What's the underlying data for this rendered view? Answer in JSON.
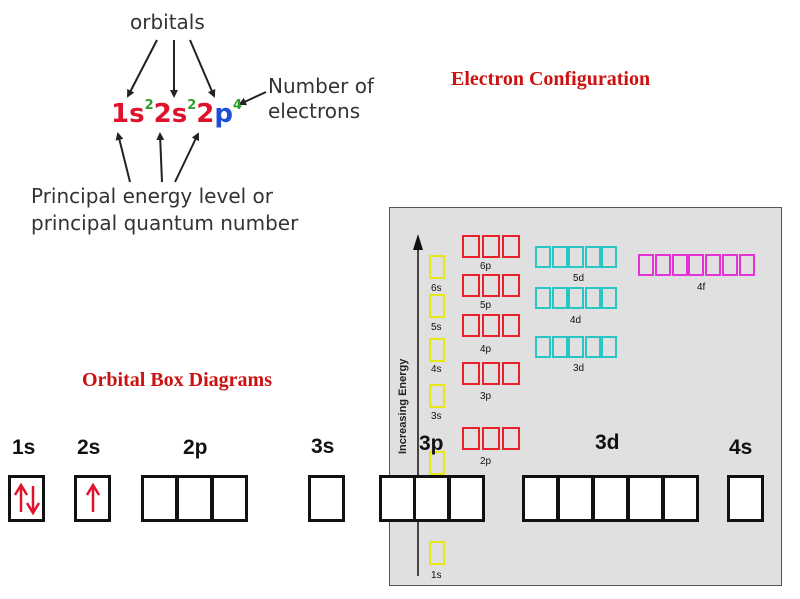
{
  "annotation": {
    "orbitals_label": "orbitals",
    "electrons_label_line1": "Number of",
    "electrons_label_line2": "electrons",
    "principal_line1": "Principal energy level or",
    "principal_line2": "principal quantum number",
    "formula": [
      {
        "level": "1",
        "orbital": "s",
        "count": "2",
        "color": "#e0112b"
      },
      {
        "level": "2",
        "orbital": "s",
        "count": "2",
        "color": "#e0112b"
      },
      {
        "level": "2",
        "orbital": "p",
        "count": "4",
        "color": "#1a4fd6"
      }
    ],
    "number_color": "#e0112b",
    "superscript_color": "#2e9e2e"
  },
  "titles": {
    "electron_configuration": "Electron Configuration",
    "orbital_box_diagrams": "Orbital Box Diagrams"
  },
  "orbital_boxes": [
    {
      "label": "1s",
      "boxes": [
        "up-down"
      ]
    },
    {
      "label": "2s",
      "boxes": [
        "up"
      ]
    },
    {
      "label": "2p",
      "boxes": [
        "empty",
        "empty",
        "empty"
      ]
    },
    {
      "label": "3s",
      "boxes": [
        "empty"
      ]
    },
    {
      "label": "3p",
      "boxes": [
        "empty",
        "empty",
        "empty"
      ]
    },
    {
      "label": "3d",
      "boxes": [
        "empty",
        "empty",
        "empty",
        "empty",
        "empty"
      ]
    },
    {
      "label": "4s",
      "boxes": [
        "empty"
      ]
    }
  ],
  "arrow_color": "#e0112b",
  "energy_diagram": {
    "axis_label": "Increasing Energy",
    "levels": [
      {
        "label": "1s",
        "type": "s",
        "color": "#e6e619",
        "count": 1
      },
      {
        "label": "2s",
        "type": "s",
        "color": "#e6e619",
        "count": 1
      },
      {
        "label": "2p",
        "type": "p",
        "color": "#e8202a",
        "count": 3
      },
      {
        "label": "3s",
        "type": "s",
        "color": "#e6e619",
        "count": 1
      },
      {
        "label": "3p",
        "type": "p",
        "color": "#e8202a",
        "count": 3
      },
      {
        "label": "4s",
        "type": "s",
        "color": "#e6e619",
        "count": 1
      },
      {
        "label": "3d",
        "type": "d",
        "color": "#29c6c6",
        "count": 5
      },
      {
        "label": "4p",
        "type": "p",
        "color": "#e8202a",
        "count": 3
      },
      {
        "label": "5s",
        "type": "s",
        "color": "#e6e619",
        "count": 1
      },
      {
        "label": "4d",
        "type": "d",
        "color": "#29c6c6",
        "count": 5
      },
      {
        "label": "5p",
        "type": "p",
        "color": "#e8202a",
        "count": 3
      },
      {
        "label": "6s",
        "type": "s",
        "color": "#e6e619",
        "count": 1
      },
      {
        "label": "4f",
        "type": "f",
        "color": "#e632d6",
        "count": 7
      },
      {
        "label": "5d",
        "type": "d",
        "color": "#29c6c6",
        "count": 5
      },
      {
        "label": "6p",
        "type": "p",
        "color": "#e8202a",
        "count": 3
      }
    ]
  }
}
